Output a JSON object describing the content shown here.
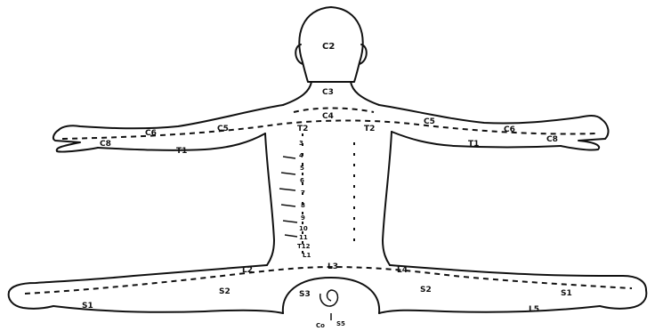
{
  "labels": {
    "c2": "C2",
    "c3": "C3",
    "c4": "C4",
    "c5_left": "C5",
    "c5_right": "C5",
    "c6_left": "C6",
    "c6_right": "C6",
    "c8_left": "C8",
    "c8_right": "C8",
    "t1_left_arm": "T1",
    "t1_right_arm": "T1",
    "t2_left": "T2",
    "t2_right": "T2",
    "t3": "3",
    "t4": "4",
    "t5": "5",
    "t6": "6",
    "t7": "7",
    "t8": "8",
    "t9": "9",
    "t10": "10",
    "t11": "11",
    "t12": "T12",
    "l1": "L1",
    "l2": "L2",
    "l3": "L3",
    "l4": "L4",
    "s1_left": "S1",
    "s1_right": "S1",
    "s2_left": "S2",
    "s2_right": "S2",
    "s3": "S3",
    "l5": "L5",
    "co": "Co",
    "s5": "S5"
  },
  "colors": {
    "ink": "#111111",
    "background": "#ffffff"
  }
}
